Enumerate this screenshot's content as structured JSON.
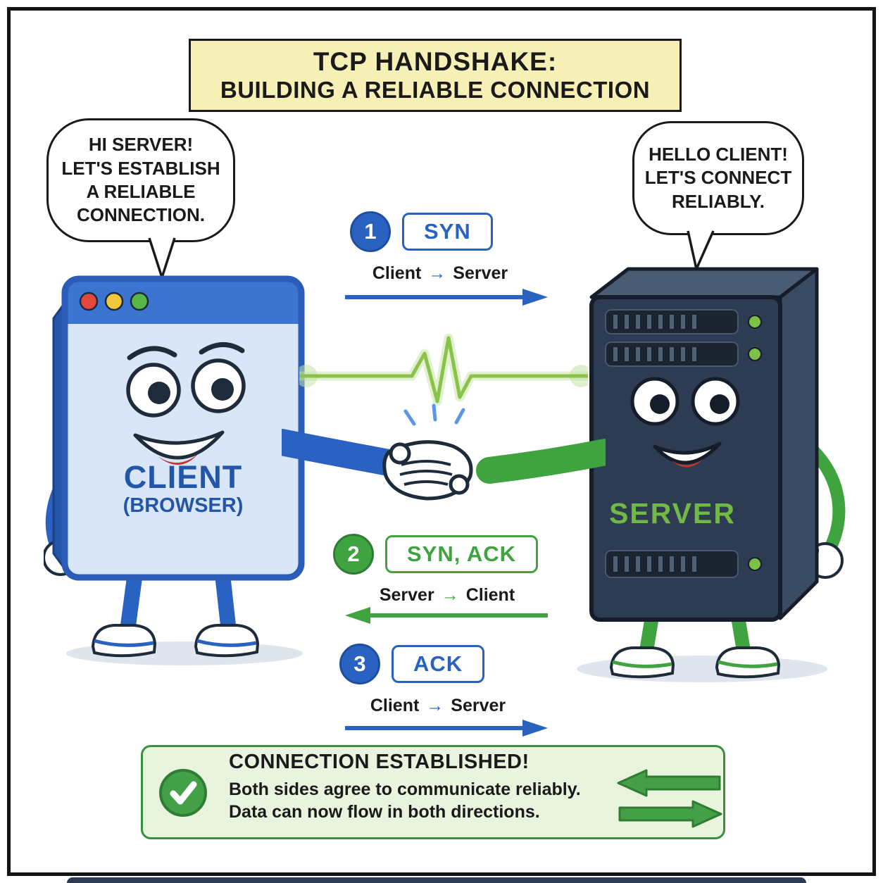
{
  "title": {
    "line1": "TCP HANDSHAKE:",
    "line2": "BUILDING A RELIABLE CONNECTION"
  },
  "client": {
    "speech_lines": [
      "HI SERVER!",
      "LET'S ESTABLISH",
      "A RELIABLE",
      "CONNECTION."
    ],
    "label": "CLIENT",
    "sublabel": "(BROWSER)"
  },
  "server": {
    "speech_lines": [
      "HELLO CLIENT!",
      "LET'S CONNECT",
      "RELIABLY."
    ],
    "label": "SERVER"
  },
  "steps": [
    {
      "num": "1",
      "label": "SYN",
      "from": "Client",
      "arrow": "→",
      "to": "Server",
      "color": "#2a62c2",
      "arrow_direction": "right"
    },
    {
      "num": "2",
      "label": "SYN, ACK",
      "from": "Server",
      "arrow": "→",
      "to": "Client",
      "color": "#3fa33f",
      "arrow_direction": "left"
    },
    {
      "num": "3",
      "label": "ACK",
      "from": "Client",
      "arrow": "→",
      "to": "Server",
      "color": "#2a62c2",
      "arrow_direction": "right"
    }
  ],
  "footer": {
    "title": "CONNECTION ESTABLISHED!",
    "line1": "Both sides agree to communicate reliably.",
    "line2": "Data can now flow in both directions."
  },
  "colors": {
    "client_blue": "#2a62c2",
    "server_green": "#3fa33f",
    "title_bg": "#f6f0b6",
    "footer_bg": "#e9f4df",
    "pulse_green": "#8bc34a"
  }
}
